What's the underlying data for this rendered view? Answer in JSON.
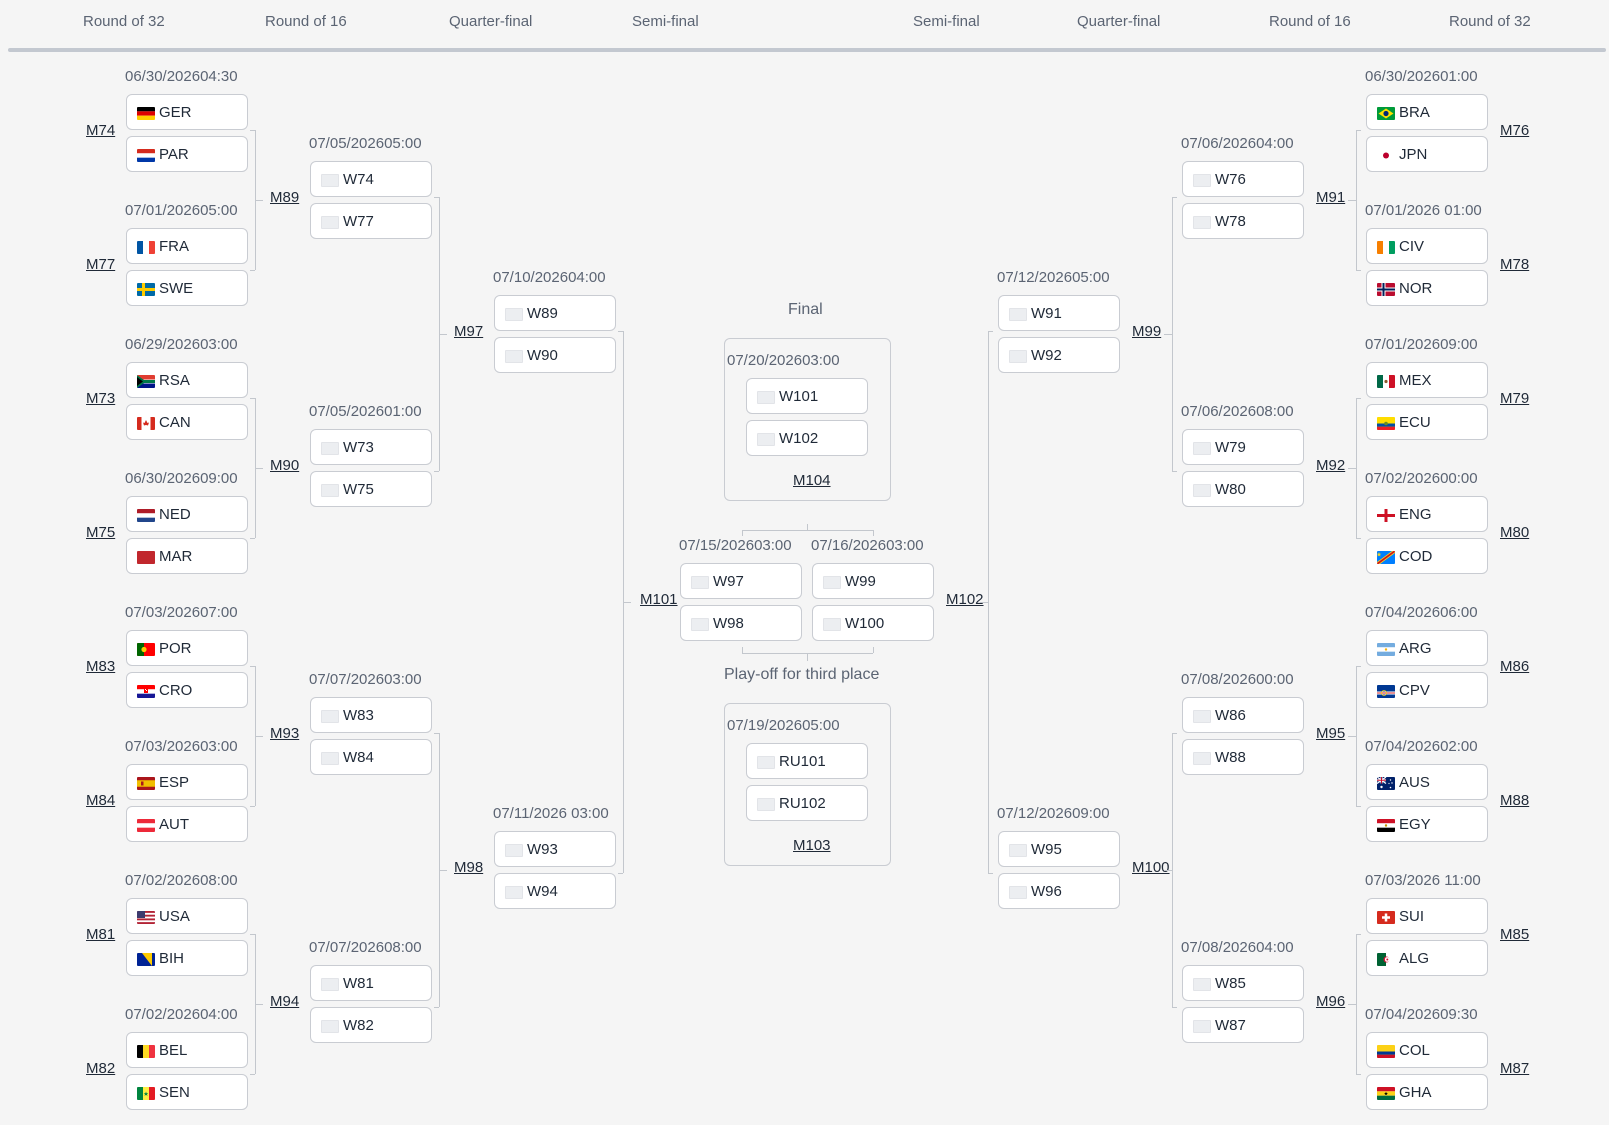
{
  "rounds": [
    "Round of 32",
    "Round of 16",
    "Quarter-final",
    "Semi-final",
    "Semi-final",
    "Quarter-final",
    "Round of 16",
    "Round of 32"
  ],
  "matches": {
    "m74": {
      "label": "M74",
      "date": "06/30/202604:30",
      "team1": {
        "code": "GER",
        "flag": "germany-flag"
      },
      "team2": {
        "code": "PAR",
        "flag": "paraguay-flag"
      }
    },
    "m77": {
      "label": "M77",
      "date": "07/01/202605:00",
      "team1": {
        "code": "FRA",
        "flag": "france-flag"
      },
      "team2": {
        "code": "SWE",
        "flag": "sweden-flag"
      }
    },
    "m73": {
      "label": "M73",
      "date": "06/29/202603:00",
      "team1": {
        "code": "RSA",
        "flag": "south-africa-flag"
      },
      "team2": {
        "code": "CAN",
        "flag": "canada-flag"
      }
    },
    "m75": {
      "label": "M75",
      "date": "06/30/202609:00",
      "team1": {
        "code": "NED",
        "flag": "netherlands-flag"
      },
      "team2": {
        "code": "MAR",
        "flag": "morocco-flag"
      }
    },
    "m83": {
      "label": "M83",
      "date": "07/03/202607:00",
      "team1": {
        "code": "POR",
        "flag": "portugal-flag"
      },
      "team2": {
        "code": "CRO",
        "flag": "croatia-flag"
      }
    },
    "m84": {
      "label": "M84",
      "date": "07/03/202603:00",
      "team1": {
        "code": "ESP",
        "flag": "spain-flag"
      },
      "team2": {
        "code": "AUT",
        "flag": "austria-flag"
      }
    },
    "m81": {
      "label": "M81",
      "date": "07/02/202608:00",
      "team1": {
        "code": "USA",
        "flag": "usa-flag"
      },
      "team2": {
        "code": "BIH",
        "flag": "bosnia-flag"
      }
    },
    "m82": {
      "label": "M82",
      "date": "07/02/202604:00",
      "team1": {
        "code": "BEL",
        "flag": "belgium-flag"
      },
      "team2": {
        "code": "SEN",
        "flag": "senegal-flag"
      }
    },
    "m89": {
      "label": "M89",
      "date": "07/05/202605:00",
      "team1": {
        "code": "W74"
      },
      "team2": {
        "code": "W77"
      }
    },
    "m90": {
      "label": "M90",
      "date": "07/05/202601:00",
      "team1": {
        "code": "W73"
      },
      "team2": {
        "code": "W75"
      }
    },
    "m93": {
      "label": "M93",
      "date": "07/07/202603:00",
      "team1": {
        "code": "W83"
      },
      "team2": {
        "code": "W84"
      }
    },
    "m94": {
      "label": "M94",
      "date": "07/07/202608:00",
      "team1": {
        "code": "W81"
      },
      "team2": {
        "code": "W82"
      }
    },
    "m97": {
      "label": "M97",
      "date": "07/10/202604:00",
      "team1": {
        "code": "W89"
      },
      "team2": {
        "code": "W90"
      }
    },
    "m98": {
      "label": "M98",
      "date": "07/11/2026 03:00",
      "team1": {
        "code": "W93"
      },
      "team2": {
        "code": "W94"
      }
    },
    "m101": {
      "label": "M101",
      "date": "07/15/202603:00",
      "team1": {
        "code": "W97"
      },
      "team2": {
        "code": "W98"
      }
    },
    "m102": {
      "label": "M102",
      "date": "07/16/202603:00",
      "team1": {
        "code": "W99"
      },
      "team2": {
        "code": "W100"
      }
    },
    "m104": {
      "label": "M104",
      "title": "Final",
      "date": "07/20/202603:00",
      "team1": {
        "code": "W101"
      },
      "team2": {
        "code": "W102"
      }
    },
    "m103": {
      "label": "M103",
      "title": "Play-off for third place",
      "date": "07/19/202605:00",
      "team1": {
        "code": "RU101"
      },
      "team2": {
        "code": "RU102"
      }
    },
    "m99": {
      "label": "M99",
      "date": "07/12/202605:00",
      "team1": {
        "code": "W91"
      },
      "team2": {
        "code": "W92"
      }
    },
    "m100": {
      "label": "M100",
      "date": "07/12/202609:00",
      "team1": {
        "code": "W95"
      },
      "team2": {
        "code": "W96"
      }
    },
    "m91": {
      "label": "M91",
      "date": "07/06/202604:00",
      "team1": {
        "code": "W76"
      },
      "team2": {
        "code": "W78"
      }
    },
    "m92": {
      "label": "M92",
      "date": "07/06/202608:00",
      "team1": {
        "code": "W79"
      },
      "team2": {
        "code": "W80"
      }
    },
    "m95": {
      "label": "M95",
      "date": "07/08/202600:00",
      "team1": {
        "code": "W86"
      },
      "team2": {
        "code": "W88"
      }
    },
    "m96": {
      "label": "M96",
      "date": "07/08/202604:00",
      "team1": {
        "code": "W85"
      },
      "team2": {
        "code": "W87"
      }
    },
    "m76": {
      "label": "M76",
      "date": "06/30/202601:00",
      "team1": {
        "code": "BRA",
        "flag": "brazil-flag"
      },
      "team2": {
        "code": "JPN",
        "flag": "japan-flag"
      }
    },
    "m78": {
      "label": "M78",
      "date": "07/01/2026 01:00",
      "team1": {
        "code": "CIV",
        "flag": "ivory-coast-flag"
      },
      "team2": {
        "code": "NOR",
        "flag": "norway-flag"
      }
    },
    "m79": {
      "label": "M79",
      "date": "07/01/202609:00",
      "team1": {
        "code": "MEX",
        "flag": "mexico-flag"
      },
      "team2": {
        "code": "ECU",
        "flag": "ecuador-flag"
      }
    },
    "m80": {
      "label": "M80",
      "date": "07/02/202600:00",
      "team1": {
        "code": "ENG",
        "flag": "england-flag"
      },
      "team2": {
        "code": "COD",
        "flag": "dr-congo-flag"
      }
    },
    "m86": {
      "label": "M86",
      "date": "07/04/202606:00",
      "team1": {
        "code": "ARG",
        "flag": "argentina-flag"
      },
      "team2": {
        "code": "CPV",
        "flag": "cape-verde-flag"
      }
    },
    "m88": {
      "label": "M88",
      "date": "07/04/202602:00",
      "team1": {
        "code": "AUS",
        "flag": "australia-flag"
      },
      "team2": {
        "code": "EGY",
        "flag": "egypt-flag"
      }
    },
    "m85": {
      "label": "M85",
      "date": "07/03/2026 11:00",
      "team1": {
        "code": "SUI",
        "flag": "switzerland-flag"
      },
      "team2": {
        "code": "ALG",
        "flag": "algeria-flag"
      }
    },
    "m87": {
      "label": "M87",
      "date": "07/04/202609:30",
      "team1": {
        "code": "COL",
        "flag": "colombia-flag"
      },
      "team2": {
        "code": "GHA",
        "flag": "ghana-flag"
      }
    }
  }
}
